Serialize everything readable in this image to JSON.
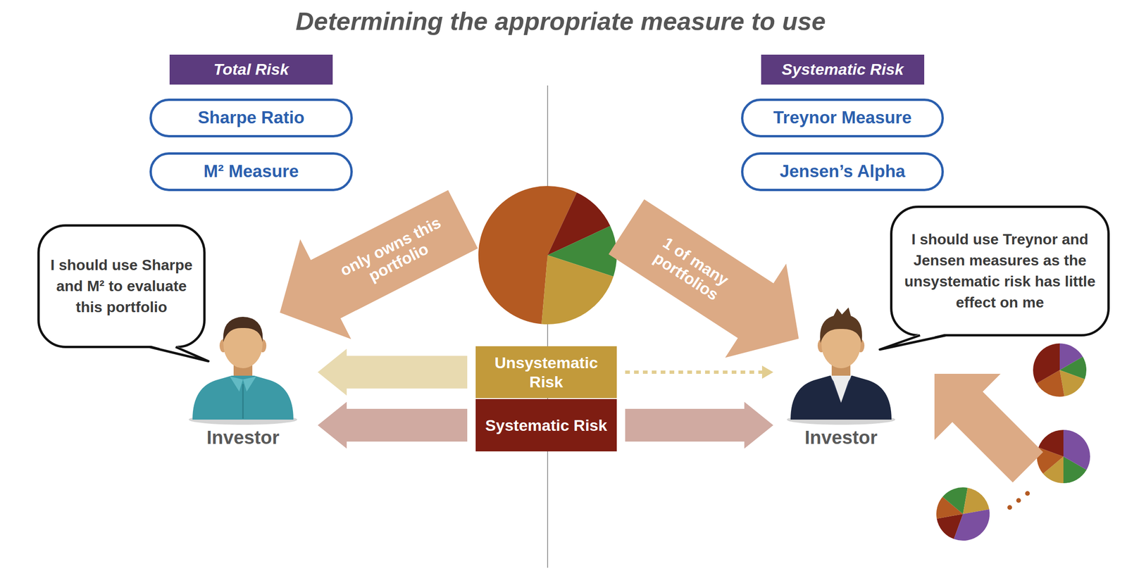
{
  "diagram": {
    "title": "Determining the appropriate measure to use",
    "nodes": [
      {
        "text": [
          "Total Risk"
        ]
      },
      {
        "text": [
          "Sharpe Ratio"
        ]
      },
      {
        "text": [
          "M² Measure"
        ]
      },
      {
        "text": [
          "Systematic Risk"
        ]
      },
      {
        "text": [
          "Treynor Measure"
        ]
      },
      {
        "text": [
          "Jensen’s Alpha"
        ]
      },
      {
        "text": [
          "I should use Sharpe and M² to evaluate this portfolio"
        ]
      },
      {
        "text": [
          "only owns this portfolio"
        ]
      },
      {
        "text": [
          "1 of many portfolios"
        ]
      },
      {
        "text": [
          "I should use Treynor and Jensen measures as the unsystematic risk has little effect on me"
        ]
      },
      {
        "text": [
          "Investor"
        ]
      },
      {
        "text": [
          "Unsystematic Risk"
        ]
      },
      {
        "text": [
          "Systematic Risk"
        ]
      },
      {
        "text": [
          "Investor"
        ]
      }
    ],
    "edges": [
      {
        "from": 11,
        "to": 10,
        "arrow": "to"
      },
      {
        "from": 12,
        "to": 10,
        "arrow": "to"
      },
      {
        "from": 11,
        "to": 13,
        "arrow": "to"
      },
      {
        "from": 12,
        "to": 13,
        "arrow": "to"
      }
    ]
  }
}
